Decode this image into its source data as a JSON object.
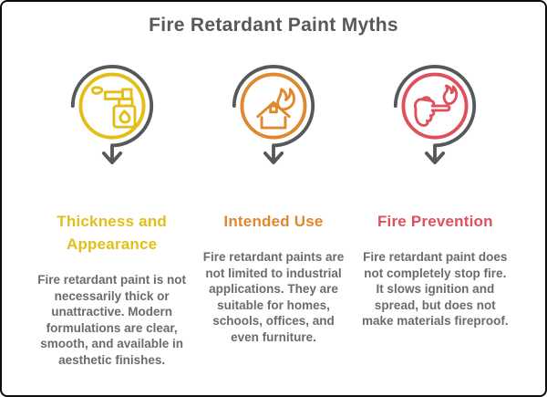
{
  "title": "Fire Retardant Paint Myths",
  "colors": {
    "title_text": "#57585A",
    "body_text": "#6A6B6D",
    "arrow_gray": "#57585A",
    "background": "#FFFFFF",
    "border": "#0D0D0D"
  },
  "columns": [
    {
      "icon": "spray-torch-icon",
      "accent": "#E3BE17",
      "heading": "Thickness and Appearance",
      "body": "Fire retardant paint is not necessarily thick or unattractive. Modern formulations are clear, smooth, and available in aesthetic finishes."
    },
    {
      "icon": "burning-house-icon",
      "accent": "#E1872D",
      "heading": "Intended Use",
      "body": "Fire retardant paints are not limited to industrial applications. They are suitable for homes, schools, offices, and even furniture."
    },
    {
      "icon": "pointing-hand-flame-icon",
      "accent": "#E0505C",
      "heading": "Fire Prevention",
      "body": "Fire retardant paint does not completely stop fire. It slows ignition and spread, but does not make materials fireproof."
    }
  ]
}
